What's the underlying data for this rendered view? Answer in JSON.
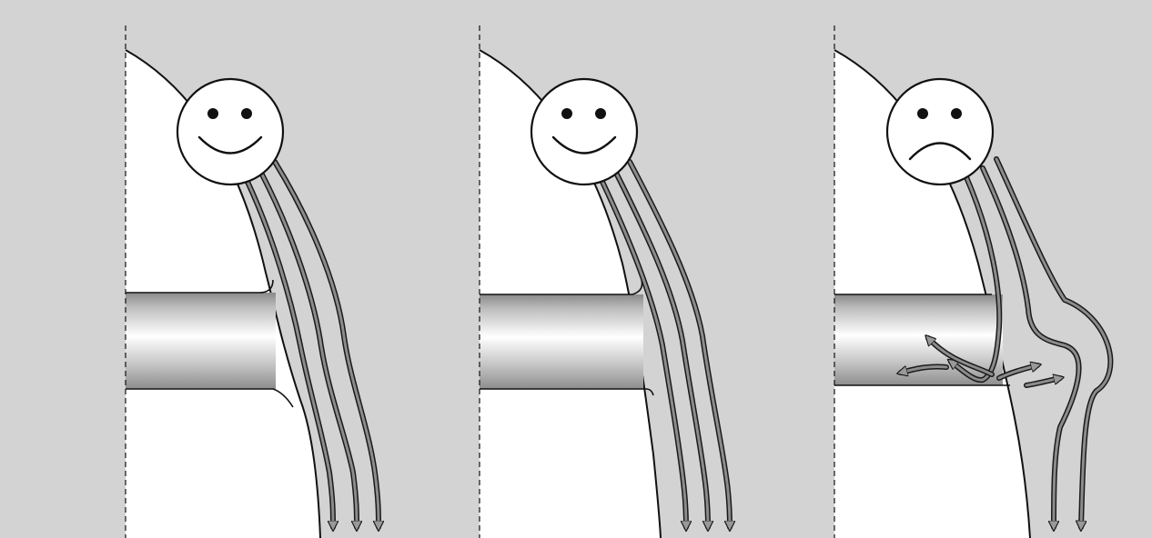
{
  "panels": [
    {
      "id": "panel-1",
      "face": "smiling",
      "result": "attached-flow",
      "stream_count": 3
    },
    {
      "id": "panel-2",
      "face": "smiling",
      "result": "attached-flow",
      "stream_count": 3
    },
    {
      "id": "panel-3",
      "face": "frowning",
      "result": "separated-flow",
      "stream_count": 2
    }
  ],
  "colors": {
    "background": "#d3d3d3",
    "surface": "#ffffff",
    "pipe_light": "#ffffff",
    "pipe_dark": "#8a8a8a",
    "stream_dark": "#8c8c8c",
    "outline": "#111111"
  }
}
